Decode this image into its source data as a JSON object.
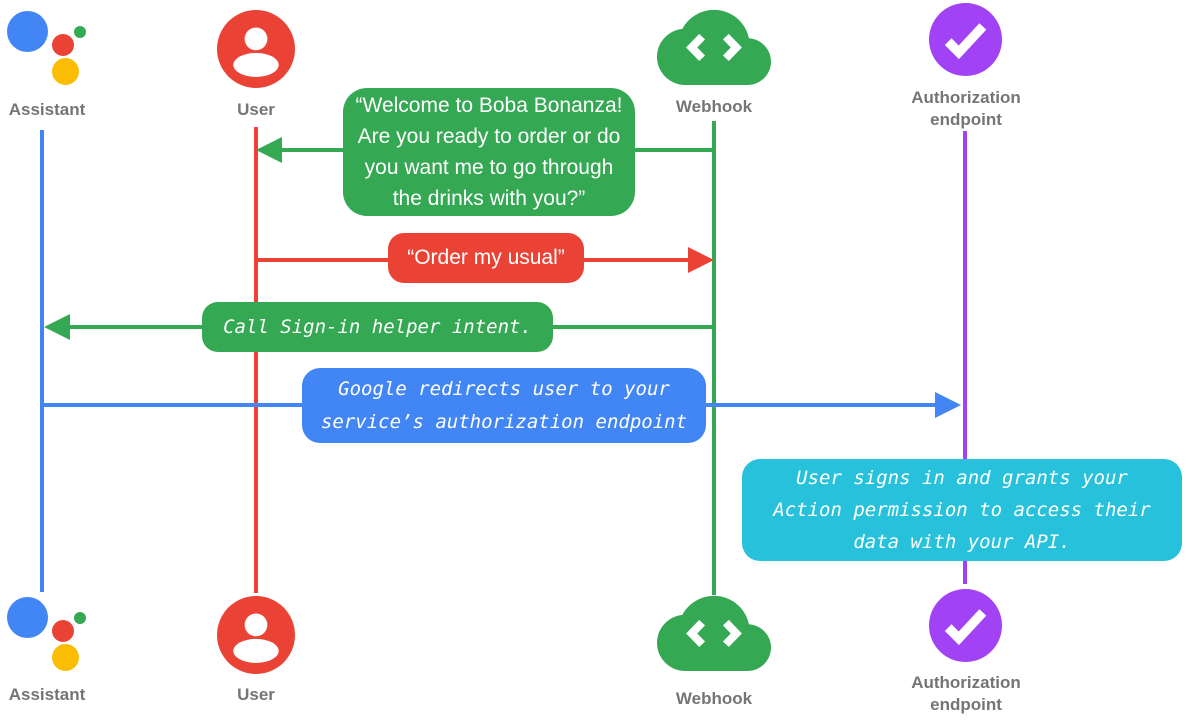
{
  "palette": {
    "blue": "#4285F4",
    "red": "#EA4335",
    "green": "#34A853",
    "yellow": "#FBBC04",
    "purple": "#A142F4",
    "cyan": "#27C1DB",
    "label_gray": "#757575",
    "bubble_text": "#FFFFFF"
  },
  "actors": [
    {
      "id": "assistant",
      "label": "Assistant",
      "icon": "google-assistant-logo-icon",
      "color": "#4285F4"
    },
    {
      "id": "user",
      "label": "User",
      "icon": "user-person-icon",
      "color": "#EA4335"
    },
    {
      "id": "webhook",
      "label": "Webhook",
      "icon": "webhook-cloud-code-icon",
      "color": "#34A853"
    },
    {
      "id": "authorization-endpoint",
      "label": "Authorization endpoint",
      "label_lines": [
        "Authorization",
        "endpoint"
      ],
      "icon": "authorization-check-icon",
      "color": "#A142F4"
    }
  ],
  "messages": [
    {
      "id": "welcome",
      "from": "Webhook",
      "to": "User",
      "style": "speech",
      "color": "#34A853",
      "lines": [
        "“Welcome to Boba Bonanza!",
        "Are you ready to order or do",
        "you want me to go through",
        "the drinks with you?”"
      ]
    },
    {
      "id": "order-my-usual",
      "from": "User",
      "to": "Webhook",
      "style": "speech",
      "color": "#EA4335",
      "lines": [
        "“Order my usual”"
      ]
    },
    {
      "id": "call-sign-in",
      "from": "Webhook",
      "to": "Assistant",
      "style": "code",
      "color": "#34A853",
      "lines": [
        "Call Sign-in helper intent."
      ]
    },
    {
      "id": "redirect",
      "from": "Assistant",
      "to": "Authorization endpoint",
      "style": "code",
      "color": "#4285F4",
      "lines": [
        "Google redirects user to your",
        "service’s authorization endpoint"
      ]
    }
  ],
  "note": {
    "id": "sign-in-note",
    "anchor": "Authorization endpoint",
    "style": "code",
    "color": "#27C1DB",
    "lines": [
      "User signs in and grants your",
      "Action permission to access their",
      "data with your API."
    ]
  }
}
